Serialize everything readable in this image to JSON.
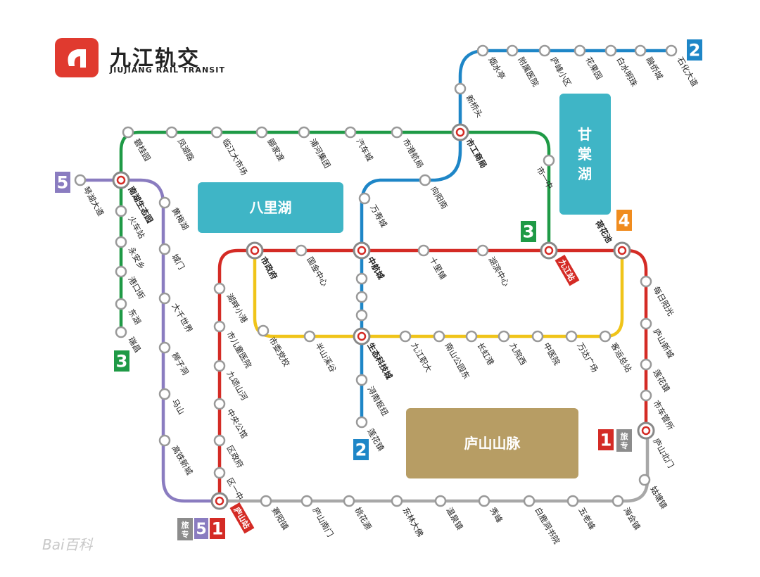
{
  "brand": {
    "name_cn": "九江轨交",
    "name_en": "JIUJIANG RAIL TRANSIT"
  },
  "colors": {
    "line1": "#d42b25",
    "line2": "#1e86c7",
    "line3": "#1f9a46",
    "line4": "#f0c419",
    "line5": "#8a7cc0",
    "tourist": "#a8a8a8",
    "lake": "#3fb5c6",
    "mountain": "#b79d64"
  },
  "areas": {
    "balihu": "八里湖",
    "gantanghu": "甘棠湖",
    "lushan": "庐山山脉"
  },
  "badges": {
    "line1": "1",
    "line2": "2",
    "line3": "3",
    "line4": "4",
    "line5": "5",
    "tourist": "旅专"
  },
  "stations": {
    "line2_north": [
      "烟水亭",
      "附属医院",
      "庐峰小区",
      "花果园",
      "白水明珠",
      "融侨城",
      "石化大道"
    ],
    "line2_mid": [
      "新桥头",
      "向阳南",
      "万寿城"
    ],
    "line2_south": [
      "浔南枢纽",
      "莲花镇"
    ],
    "line3": [
      "碧桂园",
      "凤湖路",
      "临江大市场",
      "郦家渡",
      "浦河集团",
      "汽车城",
      "市港航局",
      "市一中"
    ],
    "line3_west": [
      "火车站",
      "永安乡",
      "港口街",
      "东湖",
      "瑞昌"
    ],
    "line5": [
      "琴湖大道",
      "黄梅湖",
      "城门",
      "大千世界",
      "狮子洞",
      "马山",
      "高铁新城"
    ],
    "line1": [
      "国金中心",
      "十里铺",
      "湖滨中心",
      "每日阳光",
      "庐山新城",
      "莲花镇",
      "市车管所"
    ],
    "line1_west": [
      "湖畔小港",
      "市儿童医院",
      "九颂山河",
      "中央公馆",
      "区政府",
      "区一中"
    ],
    "line4": [
      "市委党校",
      "半山溪谷",
      "九江职大",
      "南山公园东",
      "长虹港",
      "九院西",
      "中医院",
      "万达广场",
      "客运总站"
    ],
    "tourist": [
      "赛阳镇",
      "庐山南门",
      "桃花源",
      "东林大佛",
      "温泉镇",
      "秀峰",
      "白鹿洞书院",
      "五老峰",
      "海会镇",
      "姑塘镇",
      "庐山北门"
    ],
    "transfers": {
      "shigongshangju": "市工商局",
      "nanhushengtaiyuan": "南湖生态园",
      "shizhengfu": "市政府",
      "zhonghangcheng": "中航城",
      "jiujiangzhan": "九江站",
      "hehuachi": "荷花池",
      "shengtaikejicheng": "生态科技城",
      "lushanzhan": "庐山站"
    }
  },
  "watermark": "Bai百科"
}
